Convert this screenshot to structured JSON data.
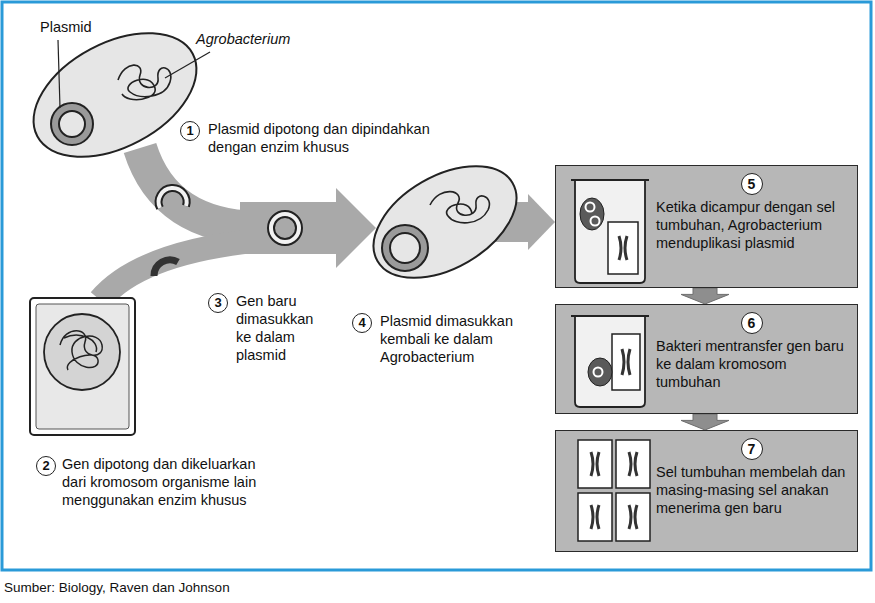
{
  "diagram": {
    "caption": "Sumber: Biology, Raven dan Johnson",
    "nodes": [
      {
        "text": [
          "5",
          "Ketika dicampur dengan sel tumbuhan, Agrobacterium menduplikasi plasmid"
        ]
      },
      {
        "text": [
          "6",
          "Bakteri mentransfer gen baru ke dalam kromosom tumbuhan"
        ]
      },
      {
        "text": [
          "7",
          "Sel tumbuhan membelah dan masing-masing sel anakan menerima gen baru"
        ]
      }
    ],
    "edges": [
      {
        "from": 0,
        "to": 1,
        "arrow": "to"
      },
      {
        "from": 1,
        "to": 2,
        "arrow": "to"
      }
    ],
    "labels": [
      "Plasmid",
      "Agrobacterium",
      "1",
      "Plasmid dipotong dan dipindahkan dengan enzim khusus",
      "2",
      "Gen dipotong dan dikeluarkan dari kromosom organisme lain menggunakan enzim khusus",
      "3",
      "Gen baru dimasukkan ke dalam plasmid",
      "4",
      "Plasmid dimasukkan kembali ke dalam Agrobacterium"
    ]
  }
}
